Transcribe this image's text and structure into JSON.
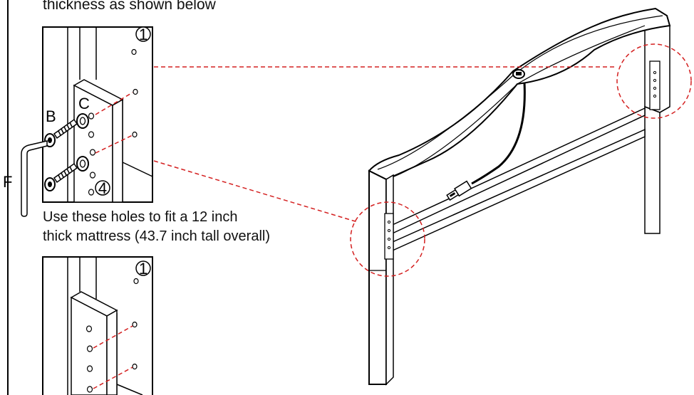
{
  "header": {
    "instruction_fragment": "thickness as shown below"
  },
  "caption": {
    "line1": "Use these holes to fit a 12 inch",
    "line2": "thick mattress (43.7 inch tall overall)"
  },
  "callouts": {
    "top_hole_number": "1",
    "bottom_hole_number": "4",
    "lower_top_hole_number": "1",
    "screw_label": "B",
    "washer_label": "C",
    "wrench_label": "F"
  },
  "colors": {
    "line": "#000000",
    "guide_line": "#d42020",
    "panel_border": "#000000",
    "background": "#ffffff"
  }
}
